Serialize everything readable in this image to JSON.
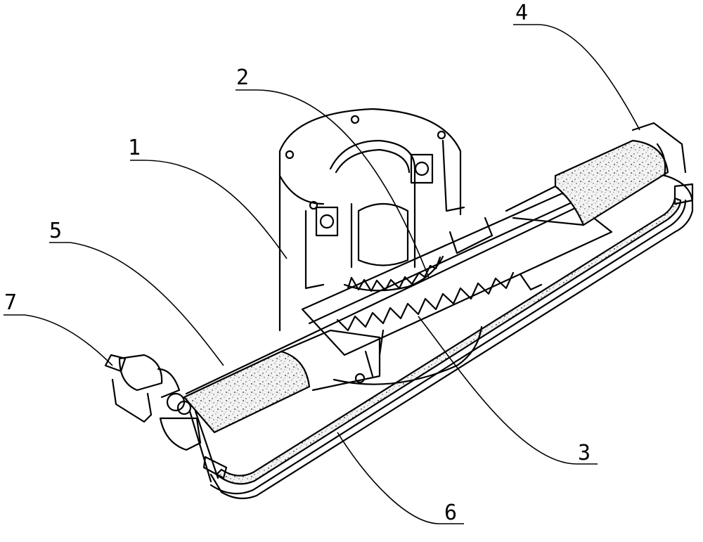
{
  "figure": {
    "callouts": [
      {
        "id": "1",
        "label": "1"
      },
      {
        "id": "2",
        "label": "2"
      },
      {
        "id": "3",
        "label": "3"
      },
      {
        "id": "4",
        "label": "4"
      },
      {
        "id": "5",
        "label": "5"
      },
      {
        "id": "6",
        "label": "6"
      },
      {
        "id": "7",
        "label": "7"
      }
    ],
    "colors": {
      "ink": "#000000",
      "paper": "#ffffff"
    }
  }
}
